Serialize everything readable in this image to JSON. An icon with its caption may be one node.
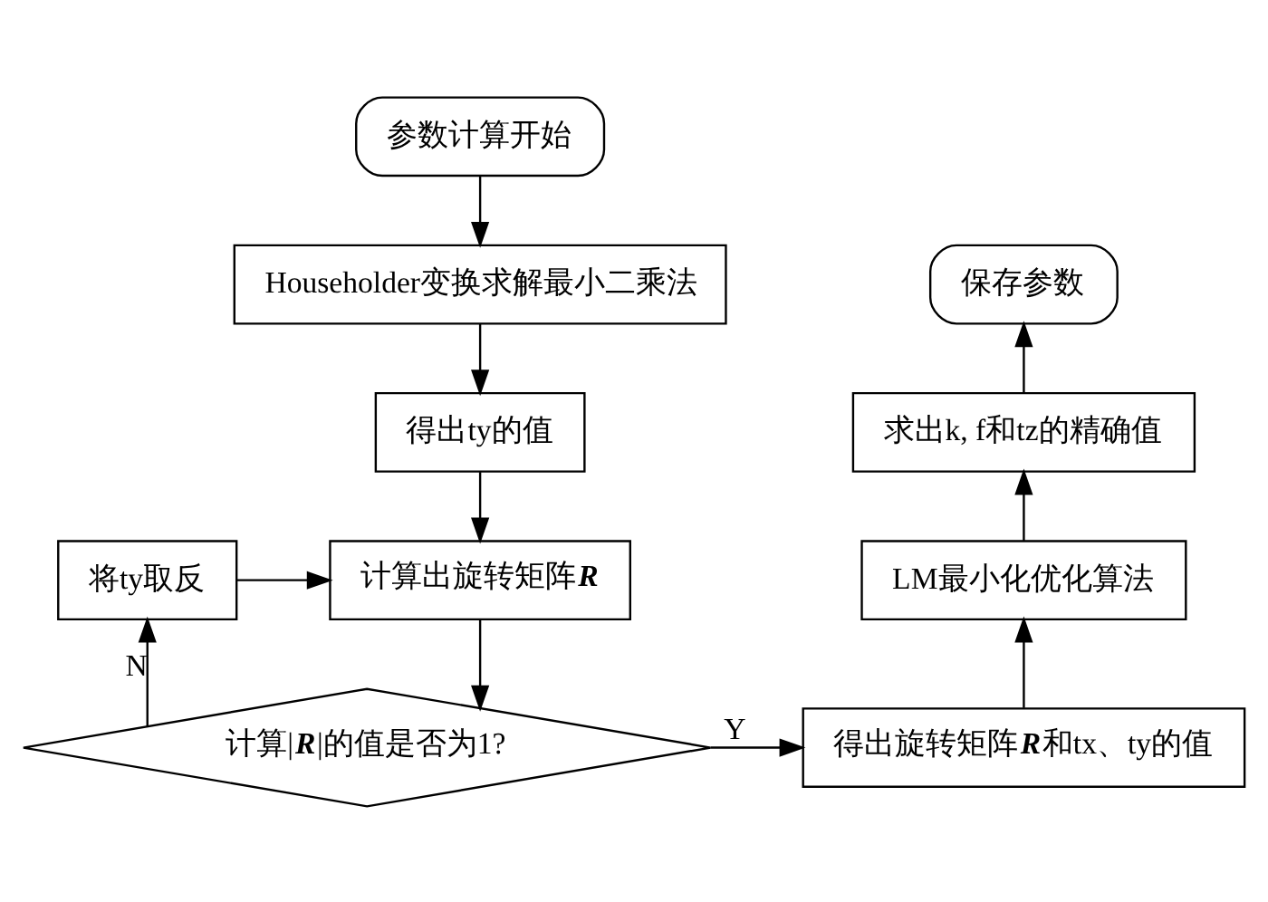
{
  "diagram": {
    "nodes": [
      {
        "text": [
          "参数计算开始"
        ]
      },
      {
        "text": [
          "Householder变换求解最小二乘法"
        ]
      },
      {
        "text": [
          "得出ty的值"
        ]
      },
      {
        "text": [
          "将ty取反"
        ]
      },
      {
        "text": [
          "计算出旋转矩阵**R**"
        ]
      },
      {
        "text": [
          "计算|**R**|的值是否为1?"
        ]
      },
      {
        "text": [
          "得出旋转矩阵**R**和tx、ty的值"
        ]
      },
      {
        "text": [
          "LM最小化优化算法"
        ]
      },
      {
        "text": [
          "求出k, f和tz的精确值"
        ]
      },
      {
        "text": [
          "保存参数"
        ]
      }
    ],
    "edges": [
      {
        "from": 0,
        "to": 1,
        "arrow": "to"
      },
      {
        "from": 1,
        "to": 2,
        "arrow": "to"
      },
      {
        "from": 2,
        "to": 4,
        "arrow": "to"
      },
      {
        "from": 4,
        "to": 5,
        "arrow": "to"
      },
      {
        "from": 5,
        "to": 3,
        "arrow": "to",
        "label": "N"
      },
      {
        "from": 3,
        "to": 4,
        "arrow": "to"
      },
      {
        "from": 5,
        "to": 6,
        "arrow": "to",
        "label": "Y"
      },
      {
        "from": 6,
        "to": 7,
        "arrow": "to"
      },
      {
        "from": 7,
        "to": 8,
        "arrow": "to"
      },
      {
        "from": 8,
        "to": 9,
        "arrow": "to"
      }
    ]
  }
}
